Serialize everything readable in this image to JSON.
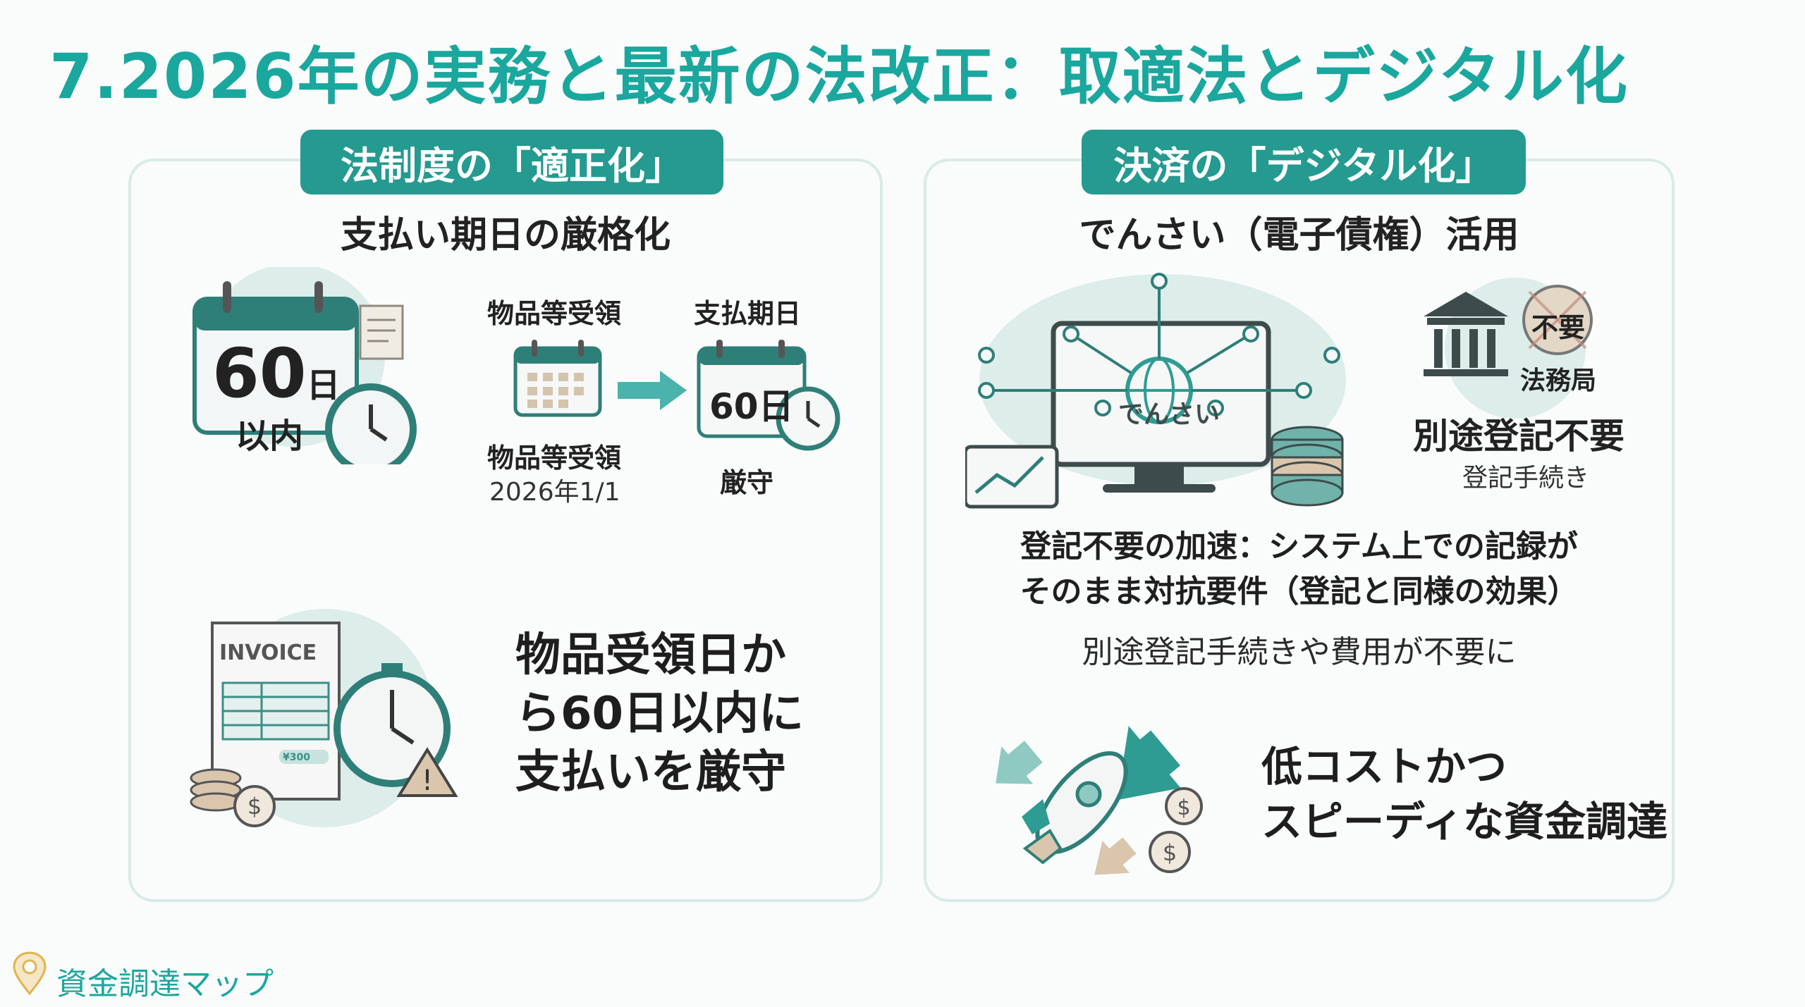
{
  "title": "7.2026年の実務と最新の法改正：取適法とデジタル化",
  "left": {
    "tag": "法制度の「適正化」",
    "subtitle": "支払い期日の厳格化",
    "calendar_big_number": "60",
    "calendar_big_unit": "日",
    "calendar_big_sub": "以内",
    "flow_left_label": "物品等受領",
    "flow_right_label": "支払期日",
    "flow_left_caption1": "物品等受領",
    "flow_left_caption2": "2026年1/1",
    "flow_right_calendar": "60日",
    "flow_right_caption": "厳守",
    "invoice_label": "INVOICE",
    "invoice_amount": "¥300",
    "statement": [
      "物品受領日か",
      "ら60日以内に",
      "支払いを厳守"
    ]
  },
  "right": {
    "tag": "決済の「デジタル化」",
    "subtitle": "でんさい（電子債権）活用",
    "monitor_label": "でんさい",
    "stamp_label": "不要",
    "bureau_label": "法務局",
    "no_registration": "別途登記不要",
    "registration_proc": "登記手続き",
    "desc_line1": "登記不要の加速：システム上での記録が",
    "desc_line2": "そのまま対抗要件（登記と同様の効果）",
    "desc_sub": "別途登記手続きや費用が不要に",
    "benefit_line1": "低コストかつ",
    "benefit_line2": "スピーディな資金調達"
  },
  "footer": {
    "brand": "資金調達マップ"
  },
  "colors": {
    "accent": "#1aa79e",
    "tag_bg": "#249a90",
    "teal_dark": "#2e7f78",
    "beige": "#d9c6ad"
  }
}
